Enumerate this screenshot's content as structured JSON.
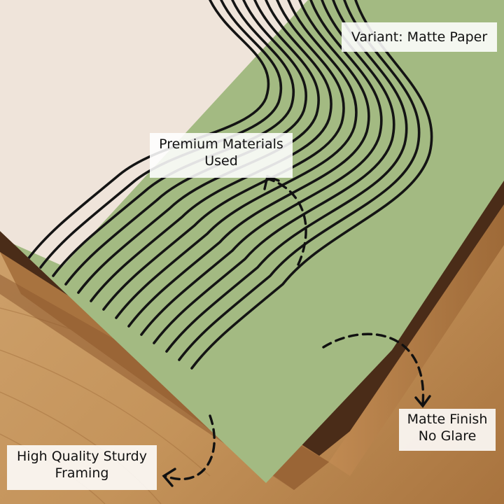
{
  "product": {
    "variant_label": "Variant: Matte Paper"
  },
  "callouts": {
    "premium_materials": {
      "line1": "Premium Materials",
      "line2": "Used"
    },
    "matte_finish": {
      "line1": "Matte Finish",
      "line2": "No Glare"
    },
    "framing": {
      "line1": "High Quality Sturdy",
      "line2": "Framing"
    }
  },
  "colors": {
    "floor_wood": "#c89a62",
    "frame_wood": "#b9834c",
    "frame_shadow": "#5a3620",
    "print_green": "#a3ba82",
    "print_cream": "#efe4da",
    "line_black": "#141414"
  }
}
